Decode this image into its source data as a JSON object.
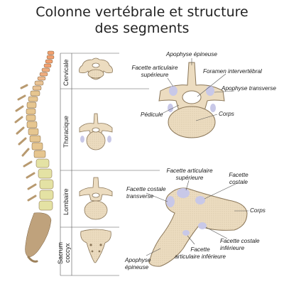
{
  "title": "Colonne vertébrale et structure des segments",
  "segments": {
    "cervical": "Cervicale",
    "thoracic": "Thoracique",
    "lumbar": "Lombaire",
    "sacrum_line1": "Sacrum",
    "sacrum_line2": "coccyx"
  },
  "top_labels": {
    "spinous": "Apophyse épineuse",
    "sup_facet_1": "Facette articulaire",
    "sup_facet_2": "supérieure",
    "foramen": "Foramen intervertébral",
    "transverse": "Apophyse transverse",
    "pedicle": "Pédicule",
    "body": "Corps"
  },
  "side_labels": {
    "sup_facet_1": "Facette articulaire",
    "sup_facet_2": "supérieure",
    "costal_facet_1": "Facette",
    "costal_facet_2": "costale",
    "transverse_costal_1": "Facette costale",
    "transverse_costal_2": "transverse",
    "body": "Corps",
    "inf_costal_1": "Facette costale",
    "inf_costal_2": "inférieure",
    "inf_facet_1": "Facette",
    "inf_facet_2": "articulaire inférieure",
    "spinous_1": "Apophyse",
    "spinous_2": "épineuse"
  },
  "colors": {
    "bone": "#ecdcc0",
    "bone_edge": "#8a7658",
    "cervical_tint": "#f3a06f",
    "thoracic_tint": "#e6c38f",
    "lumbar_tint": "#e4e2a4",
    "sacrum_tint": "#bfa27c",
    "facet": "#c8c8e8",
    "line": "#555555"
  }
}
